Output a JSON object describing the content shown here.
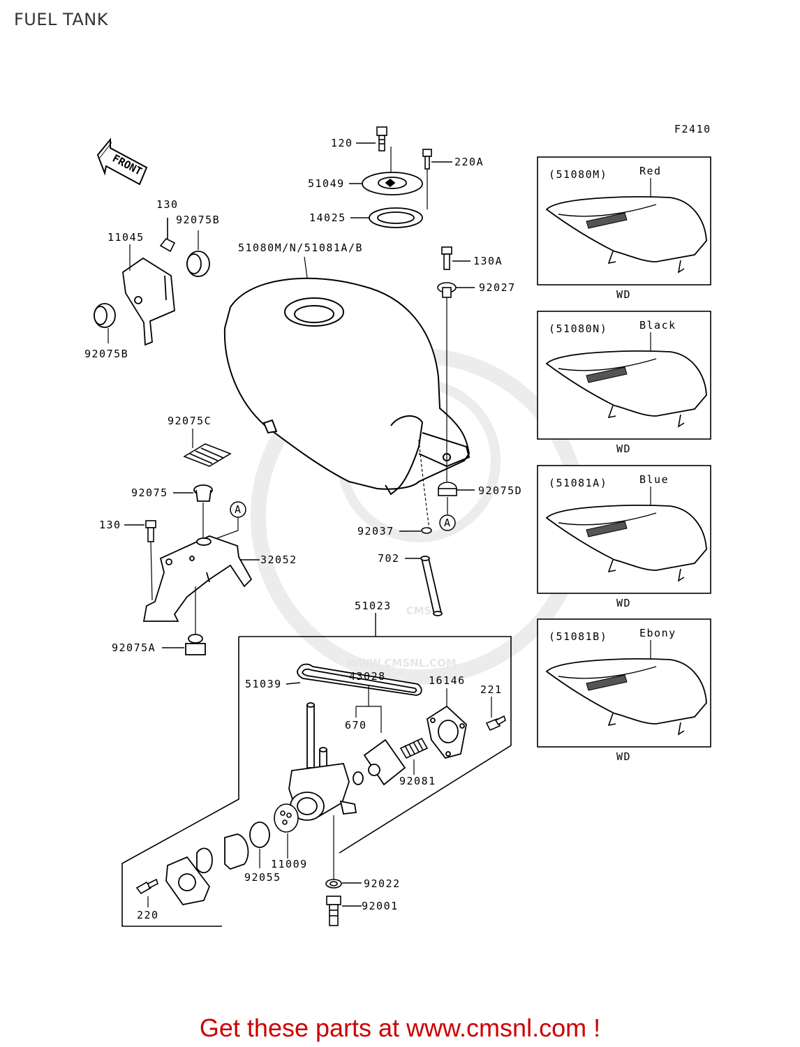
{
  "title": "FUEL TANK",
  "figure_code": "F2410",
  "front_label": "FRONT",
  "watermark": {
    "brand": "CMS",
    "url": "WWW.CMSNL.COM"
  },
  "promo": "Get these parts at www.cmsnl.com !",
  "colors": {
    "promo": "#cc0000",
    "line": "#000000",
    "watermark": "#e6e6e6"
  },
  "parts": {
    "p120": "120",
    "p220A": "220A",
    "p51049": "51049",
    "p14025": "14025",
    "p130_top": "130",
    "p92075B_top": "92075B",
    "p11045": "11045",
    "p51080": "51080M/N/51081A/B",
    "p130A": "130A",
    "p92027": "92027",
    "p92075B_bot": "92075B",
    "p92075C": "92075C",
    "p92075": "92075",
    "p130_mid": "130",
    "p32052": "32052",
    "p92075D": "92075D",
    "p92037": "92037",
    "p702": "702",
    "p51023": "51023",
    "p92075A": "92075A",
    "p51039": "51039",
    "p43028": "43028",
    "p16146": "16146",
    "p221": "221",
    "p670": "670",
    "p92081": "92081",
    "p11009": "11009",
    "p92055": "92055",
    "p92022": "92022",
    "p92001": "92001",
    "p220": "220",
    "ref_A1": "A",
    "ref_A2": "A"
  },
  "variants": [
    {
      "code": "(51080M)",
      "color": "Red",
      "note": "WD"
    },
    {
      "code": "(51080N)",
      "color": "Black",
      "note": "WD"
    },
    {
      "code": "(51081A)",
      "color": "Blue",
      "note": "WD"
    },
    {
      "code": "(51081B)",
      "color": "Ebony",
      "note": "WD"
    }
  ]
}
